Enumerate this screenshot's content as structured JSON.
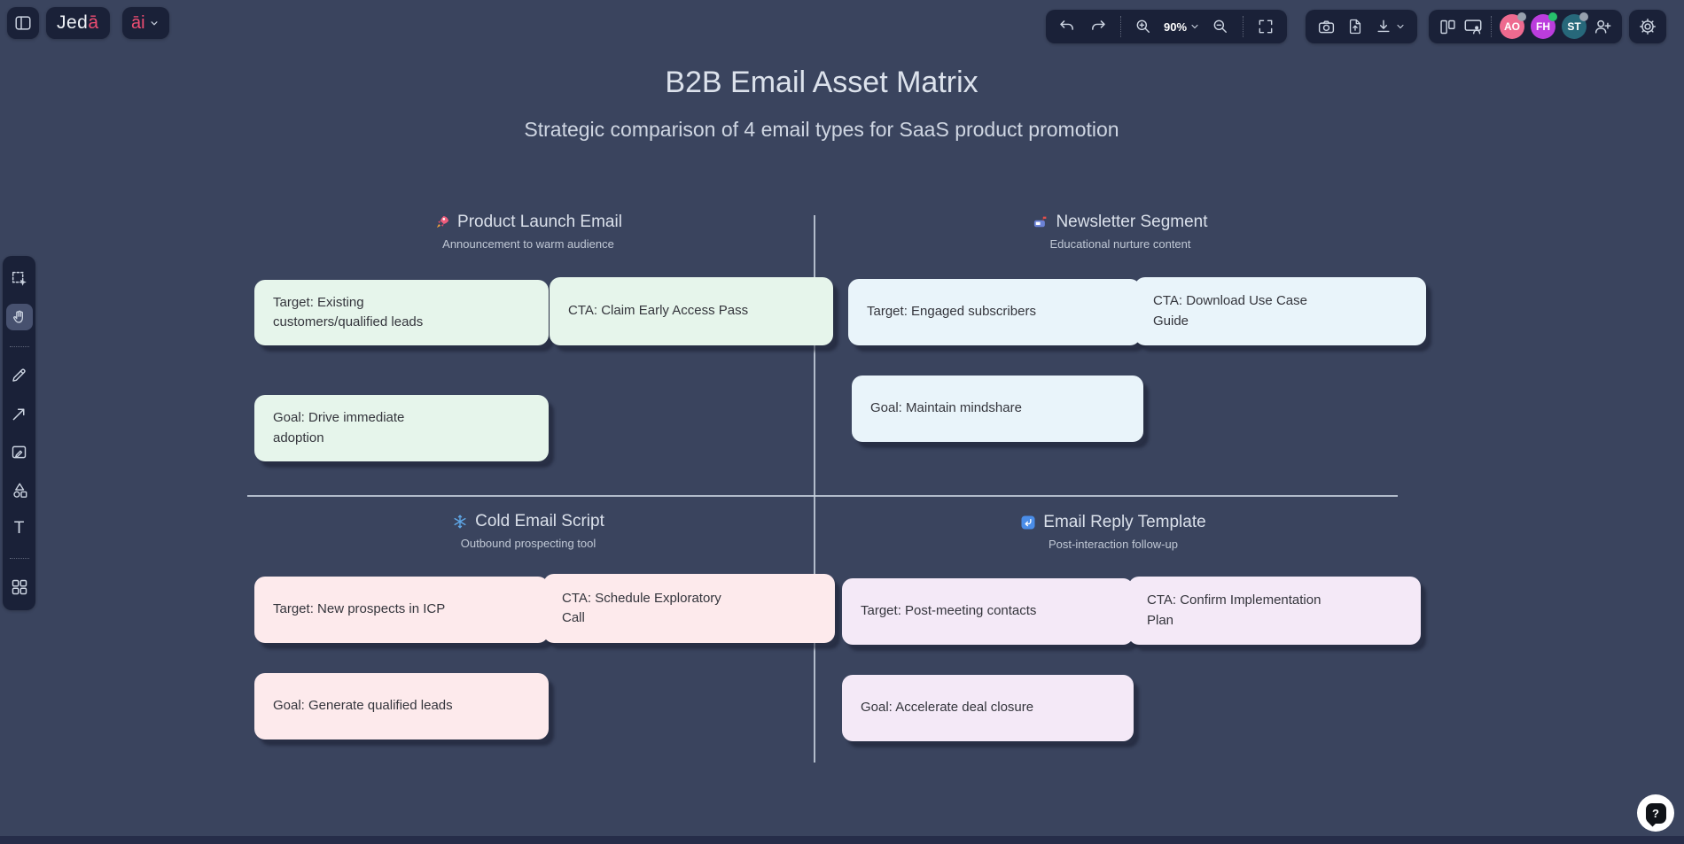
{
  "topbar": {
    "logo": {
      "text": "Jed",
      "accent": "ā"
    },
    "ai_menu": {
      "label": "āi"
    },
    "zoom": {
      "level": "90%"
    },
    "accent_color": "#ef4d72",
    "collaborators": [
      {
        "initials": "AO",
        "color": "#ee6a8f",
        "status_color": "#97a0ad"
      },
      {
        "initials": "FH",
        "color": "#bb3ddd",
        "status_color": "#27c26c"
      },
      {
        "initials": "ST",
        "color": "#27687a",
        "status_color": "#97a0ad"
      }
    ]
  },
  "left_toolbar": {
    "active_tool": "hand-tool",
    "text_tool_glyph": "T",
    "tools": [
      "select-tool",
      "hand-tool",
      "pencil-tool",
      "arrow-tool",
      "image-tool",
      "shapes-tool",
      "text-tool",
      "apps-grid-tool"
    ]
  },
  "canvas": {
    "background_color": "#3a445e",
    "title": "B2B Email Asset Matrix",
    "subtitle": "Strategic comparison of 4 email types for SaaS product promotion",
    "quadrants": [
      {
        "icon": "rocket-icon",
        "title": "Product Launch Email",
        "subtitle": "Announcement to warm audience",
        "note_color": "#e6f5eb",
        "notes": [
          "Target: Existing customers/qualified leads",
          "CTA: Claim Early Access Pass",
          "Goal: Drive immediate adoption"
        ]
      },
      {
        "icon": "mailbox-icon",
        "title": "Newsletter Segment",
        "subtitle": "Educational nurture content",
        "note_color": "#e9f4fa",
        "notes": [
          "Target: Engaged subscribers",
          "CTA: Download Use Case Guide",
          "Goal: Maintain mindshare"
        ]
      },
      {
        "icon": "snowflake-icon",
        "title": "Cold Email Script",
        "subtitle": "Outbound prospecting tool",
        "note_color": "#fdeaec",
        "notes": [
          "Target: New prospects in ICP",
          "CTA: Schedule Exploratory Call",
          "Goal: Generate qualified leads"
        ]
      },
      {
        "icon": "reply-icon",
        "title": "Email Reply Template",
        "subtitle": "Post-interaction follow-up",
        "note_color": "#f4e9f7",
        "notes": [
          "Target: Post-meeting contacts",
          "CTA: Confirm Implementation Plan",
          "Goal: Accelerate deal closure"
        ]
      }
    ]
  },
  "help": {
    "label": "?"
  }
}
